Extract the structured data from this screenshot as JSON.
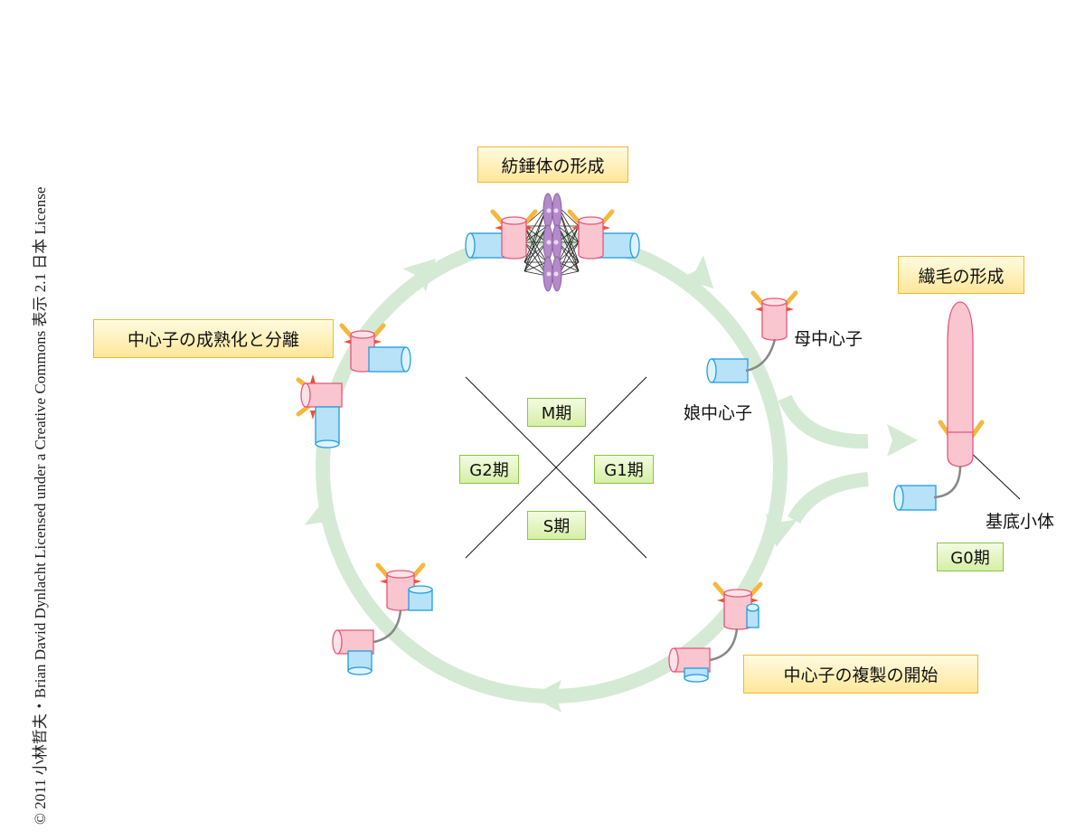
{
  "title_boxes": {
    "spindle": "紡錘体の形成",
    "maturation": "中心子の成熟化と分離",
    "cilium": "繊毛の形成",
    "duplication": "中心子の複製の開始"
  },
  "phases": {
    "m": "M期",
    "g1": "G1期",
    "g2": "G2期",
    "s": "S期",
    "g0": "G0期"
  },
  "labels": {
    "mother": "母中心子",
    "daughter": "娘中心子",
    "basal_body": "基底小体"
  },
  "copyright": "© 2011 小林哲夫・Brian David Dynlacht Licensed under a Creative Commons 表示 2.1 日本 License",
  "colors": {
    "arrow": "#d4ead4",
    "pink": "#f9c6d0",
    "pink_stroke": "#e8557a",
    "blue": "#b8e2f8",
    "blue_stroke": "#1f9de0",
    "chromosome": "#b58acb",
    "appendage": "#f5b83d"
  }
}
